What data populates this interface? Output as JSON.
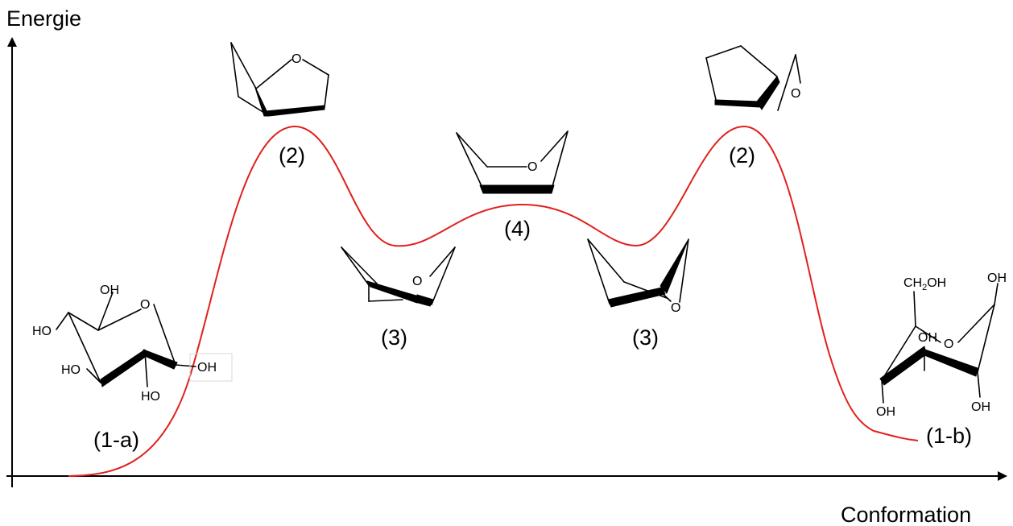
{
  "axes": {
    "y_label": "Energie",
    "x_label": "Conformation"
  },
  "curve_color": "#e0211d",
  "states": [
    {
      "id": "1a",
      "label": "(1-a)"
    },
    {
      "id": "2a",
      "label": "(2)"
    },
    {
      "id": "3a",
      "label": "(3)"
    },
    {
      "id": "4",
      "label": "(4)"
    },
    {
      "id": "3b",
      "label": "(3)"
    },
    {
      "id": "2b",
      "label": "(2)"
    },
    {
      "id": "1b",
      "label": "(1-b)"
    }
  ],
  "chair_1a": {
    "oh_top": "OH",
    "ring_o": "O",
    "ho_left": "HO",
    "ho_mid": "HO",
    "oh_right": "OH",
    "ho_bottom": "HO"
  },
  "ring_o": "O",
  "boat_1b": {
    "ch2oh_c": "CH",
    "ch2oh_sub": "2",
    "ch2oh_oh": "OH",
    "oh_top_right": "OH",
    "ring_o": "O",
    "oh_mid": "OH",
    "oh_bottom_left": "OH",
    "oh_bottom_right": "OH"
  }
}
